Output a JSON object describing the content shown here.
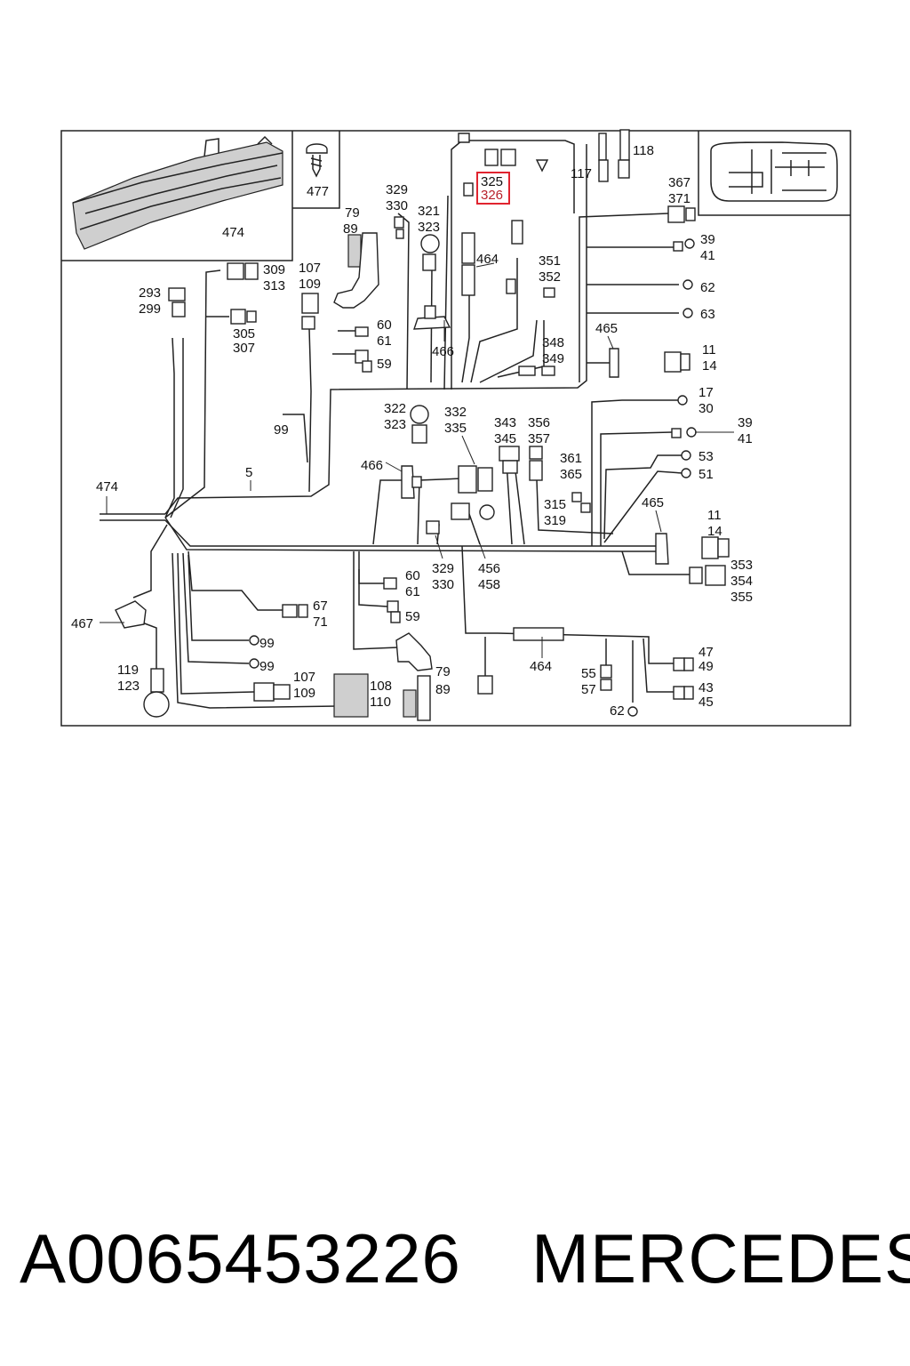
{
  "diagram": {
    "labels": {
      "l474_inset": "474",
      "l477": "477",
      "l329_top": "329",
      "l330_top": "330",
      "l321": "321",
      "l323_top": "323",
      "l325": "325",
      "l326": "326",
      "l79_top": "79",
      "l89_top": "89",
      "l464_top": "464",
      "l351": "351",
      "l352": "352",
      "l117": "117",
      "l118": "118",
      "l367": "367",
      "l371": "371",
      "l39_top": "39",
      "l41_top": "41",
      "l62_top": "62",
      "l63": "63",
      "l309": "309",
      "l313": "313",
      "l293": "293",
      "l299": "299",
      "l305": "305",
      "l307": "307",
      "l107_top": "107",
      "l109_top": "109",
      "l60_top": "60",
      "l61_top": "61",
      "l59_top": "59",
      "l466_top": "466",
      "l348": "348",
      "l349": "349",
      "l465_top": "465",
      "l11_top": "11",
      "l14_top": "14",
      "l99_mid": "99",
      "l322": "322",
      "l323_mid": "323",
      "l332": "332",
      "l335": "335",
      "l343": "343",
      "l345": "345",
      "l356": "356",
      "l357": "357",
      "l17": "17",
      "l30": "30",
      "l39_mid": "39",
      "l41_mid": "41",
      "l466_mid": "466",
      "l361": "361",
      "l365": "365",
      "l53": "53",
      "l51": "51",
      "l474_left": "474",
      "l5": "5",
      "l315": "315",
      "l319": "319",
      "l465_mid": "465",
      "l11_mid": "11",
      "l14_mid": "14",
      "l329_mid": "329",
      "l330_mid": "330",
      "l456": "456",
      "l458": "458",
      "l353": "353",
      "l354": "354",
      "l355": "355",
      "l60_bot": "60",
      "l61_bot": "61",
      "l67": "67",
      "l71": "71",
      "l59_bot": "59",
      "l467": "467",
      "l99_a": "99",
      "l99_b": "99",
      "l79_bot": "79",
      "l89_bot": "89",
      "l119": "119",
      "l123": "123",
      "l107_bot": "107",
      "l109_bot": "109",
      "l108": "108",
      "l110": "110",
      "l464_bot": "464",
      "l47": "47",
      "l49": "49",
      "l55": "55",
      "l57": "57",
      "l43": "43",
      "l45": "45",
      "l62_bot": "62"
    },
    "highlight_color": "#e0242f"
  },
  "footer": {
    "part_number": "A0065453226",
    "brand": "MERCEDES"
  }
}
